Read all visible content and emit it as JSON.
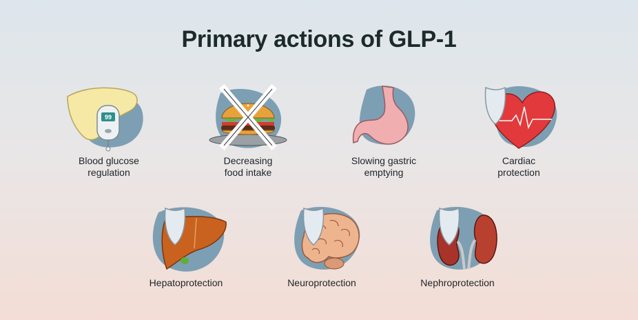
{
  "title": "Primary actions of GLP-1",
  "items": [
    {
      "lines": [
        "Blood glucose",
        "regulation"
      ],
      "icon": "pancreas-glucose-meter-icon"
    },
    {
      "lines": [
        "Decreasing",
        "food intake"
      ],
      "icon": "burger-crossed-icon"
    },
    {
      "lines": [
        "Slowing gastric",
        "emptying"
      ],
      "icon": "stomach-icon"
    },
    {
      "lines": [
        "Cardiac",
        "protection"
      ],
      "icon": "heart-shield-icon"
    },
    {
      "lines": [
        "Hepatoprotection"
      ],
      "icon": "liver-shield-icon"
    },
    {
      "lines": [
        "Neuroprotection"
      ],
      "icon": "brain-shield-icon"
    },
    {
      "lines": [
        "Nephroprotection"
      ],
      "icon": "kidney-shield-icon"
    }
  ],
  "meter_reading": "99",
  "colors": {
    "blob": "#7d9fb3",
    "shield": "#e3ebf0",
    "title": "#1c2a2c",
    "organ_red": "#e23a3c",
    "liver": "#c9621e",
    "kidney": "#a8332a",
    "stomach": "#f0aeb1",
    "pancreas": "#f6e9a6"
  }
}
